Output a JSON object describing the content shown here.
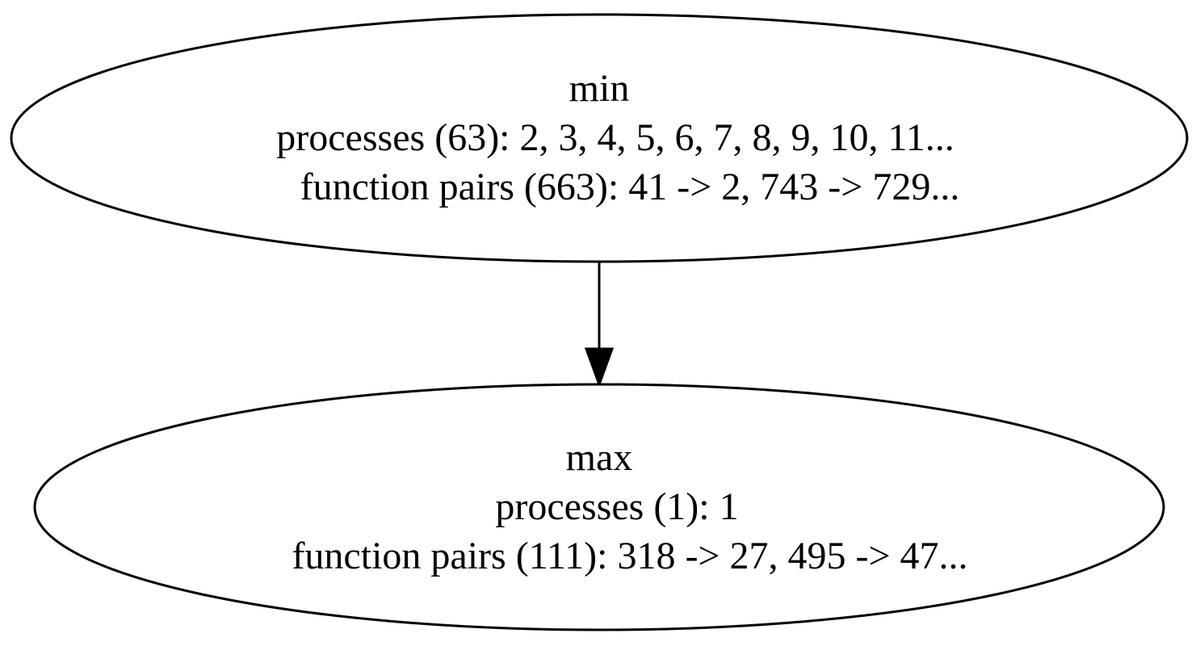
{
  "graph": {
    "nodes": [
      {
        "id": "min",
        "lines": [
          "min",
          "processes (63): 2, 3, 4, 5, 6, 7, 8, 9, 10, 11...",
          "function pairs (663): 41 -> 2, 743 -> 729..."
        ]
      },
      {
        "id": "max",
        "lines": [
          "max",
          "processes (1): 1",
          "function pairs (111): 318 -> 27, 495 -> 47..."
        ]
      }
    ],
    "edges": [
      {
        "from": "min",
        "to": "max"
      }
    ],
    "colors": {
      "stroke": "#000000",
      "fill": "#ffffff",
      "text": "#000000"
    }
  }
}
